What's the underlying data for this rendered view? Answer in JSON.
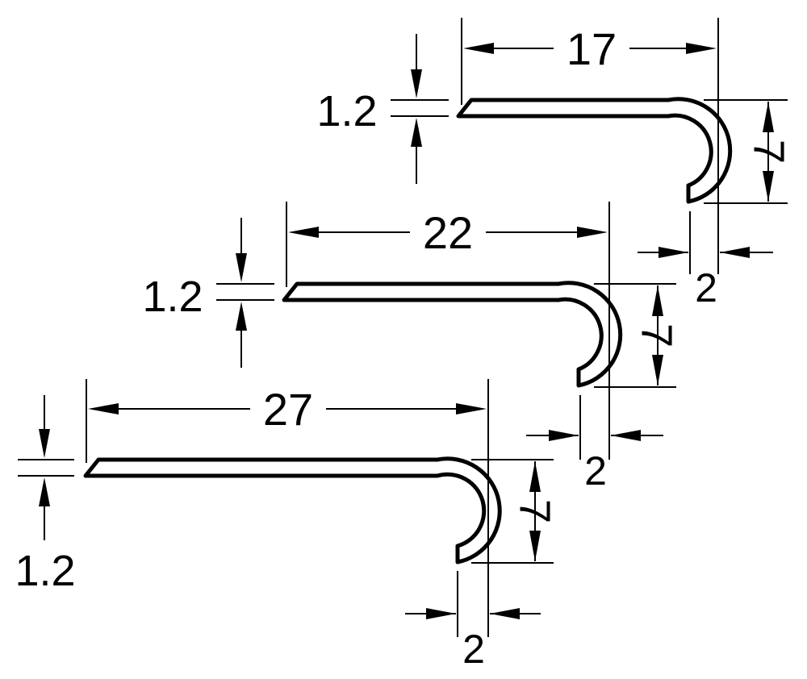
{
  "diagram": {
    "colors": {
      "ink": "#000000",
      "background": "#ffffff"
    },
    "profiles": [
      {
        "length_label": "17",
        "thickness_label": "1.2",
        "height_label": "7",
        "gap_label": "2"
      },
      {
        "length_label": "22",
        "thickness_label": "1.2",
        "height_label": "7",
        "gap_label": "2"
      },
      {
        "length_label": "27",
        "thickness_label": "1.2",
        "height_label": "7",
        "gap_label": "2"
      }
    ]
  }
}
